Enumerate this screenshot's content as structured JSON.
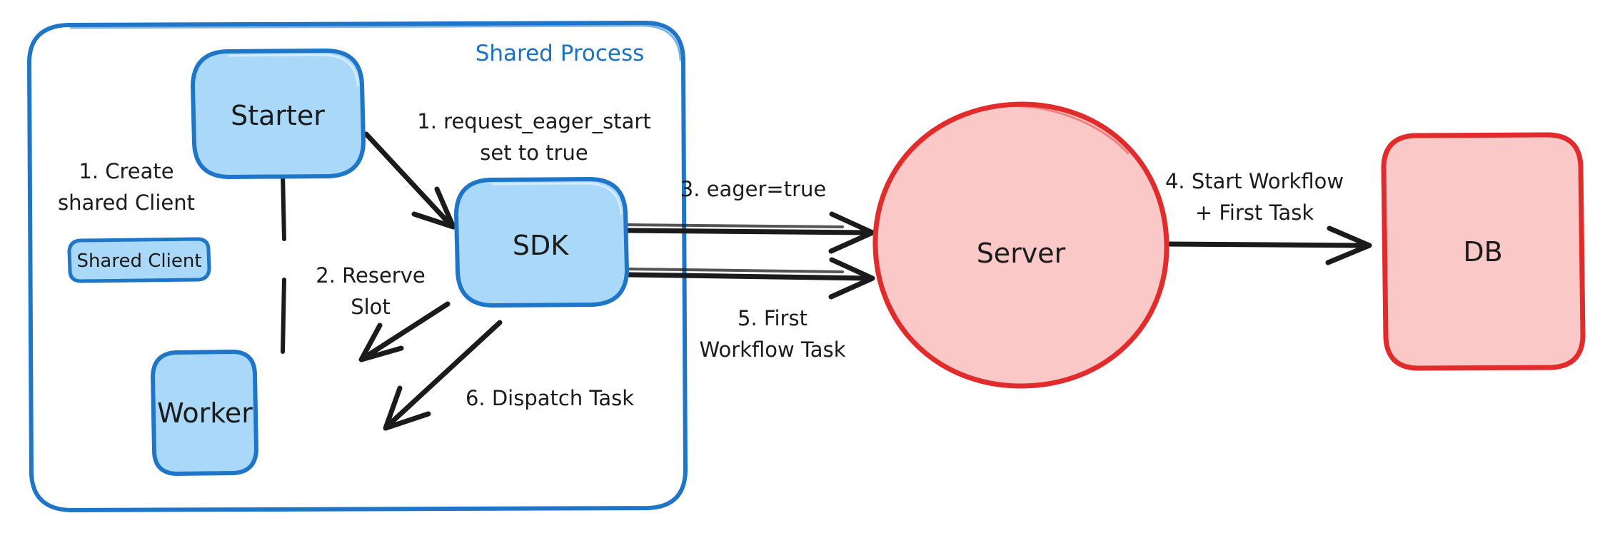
{
  "diagram": {
    "title_visible": false,
    "colors": {
      "blue_fill": "#a9d8f8",
      "blue_stroke": "#1f76c8",
      "pink_fill": "#fbc8c8",
      "red_stroke": "#e22c2c",
      "ink": "#1b1b1b",
      "background": "#ffffff"
    },
    "group": {
      "label": "Shared Process",
      "style": "rounded-rectangle-blue-outline"
    },
    "nodes": [
      {
        "id": "starter",
        "label": "Starter",
        "shape": "rounded-rect",
        "fill": "blue"
      },
      {
        "id": "shared-client",
        "label": "Shared Client",
        "shape": "rounded-rect",
        "fill": "blue"
      },
      {
        "id": "worker",
        "label": "Worker",
        "shape": "rounded-rect",
        "fill": "blue"
      },
      {
        "id": "sdk",
        "label": "SDK",
        "shape": "rounded-rect",
        "fill": "blue"
      },
      {
        "id": "server",
        "label": "Server",
        "shape": "ellipse",
        "fill": "pink"
      },
      {
        "id": "db",
        "label": "DB",
        "shape": "rounded-rect",
        "fill": "pink"
      }
    ],
    "edges": [
      {
        "id": "create-shared-client",
        "label_lines": [
          "1. Create",
          "shared Client"
        ],
        "from": "starter",
        "to": "worker",
        "arrow": false
      },
      {
        "id": "request-eager-start",
        "label_lines": [
          "1. request_eager_start",
          "set to true"
        ],
        "from": "starter",
        "to": "sdk",
        "arrow": true
      },
      {
        "id": "reserve-slot",
        "label_lines": [
          "2. Reserve",
          "Slot"
        ],
        "from": "sdk",
        "to": "worker",
        "arrow": true
      },
      {
        "id": "eager-true",
        "label_lines": [
          "3. eager=true"
        ],
        "from": "sdk",
        "to": "server",
        "arrow": true
      },
      {
        "id": "start-workflow-first-task",
        "label_lines": [
          "4. Start Workflow",
          "+ First Task"
        ],
        "from": "server",
        "to": "db",
        "arrow": true
      },
      {
        "id": "first-workflow-task",
        "label_lines": [
          "5. First",
          "Workflow Task"
        ],
        "from": "server",
        "to": "sdk",
        "arrow": true
      },
      {
        "id": "dispatch-task",
        "label_lines": [
          "6. Dispatch Task"
        ],
        "from": "sdk",
        "to": "worker",
        "arrow": true
      }
    ]
  }
}
